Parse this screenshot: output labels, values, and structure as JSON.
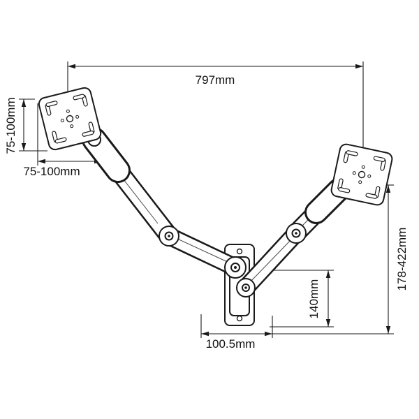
{
  "colors": {
    "line": "#1a1a1a",
    "background": "#ffffff"
  },
  "dimensions": {
    "overall_width": "797mm",
    "vesa_height": "75-100mm",
    "vesa_width": "75-100mm",
    "height_range": "178-422mm",
    "bracket_height": "140mm",
    "base_depth": "100.5mm"
  }
}
